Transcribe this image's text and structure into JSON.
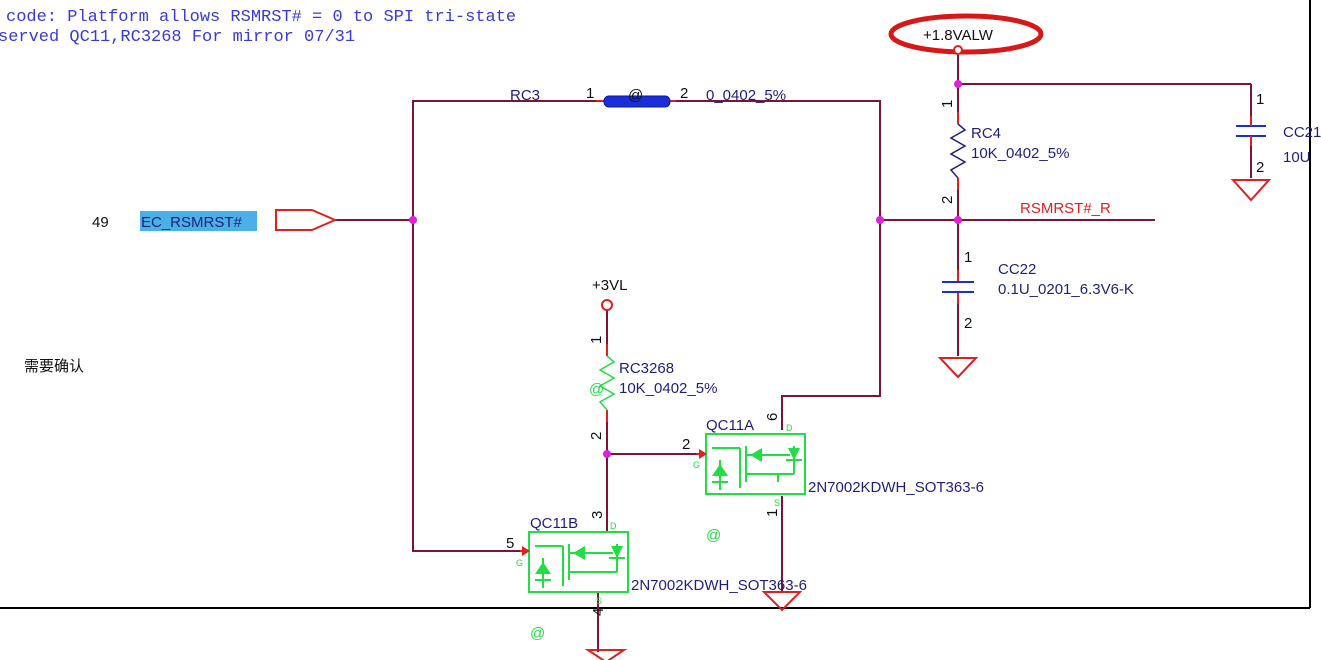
{
  "notes": {
    "line1": "code: Platform allows RSMRST# = 0 to SPI tri-state",
    "line2": "served QC11,RC3268 For mirror  07/31",
    "chinese": "需要确认"
  },
  "power": {
    "vcc_1v8": "+1.8VALW",
    "vcc_3vl": "+3VL"
  },
  "signals": {
    "input_pin": "49",
    "input_net": "EC_RSMRST#",
    "output_net": "RSMRST#_R"
  },
  "components": {
    "rc3": {
      "ref": "RC3",
      "value": "0_0402_5%",
      "pin1": "1",
      "pin2": "2",
      "mark": "@"
    },
    "rc4": {
      "ref": "RC4",
      "value": "10K_0402_5%",
      "pin1": "1",
      "pin2": "2"
    },
    "rc3268": {
      "ref": "RC3268",
      "value": "10K_0402_5%",
      "pin1": "1",
      "pin2": "2",
      "mark": "@"
    },
    "cc22": {
      "ref": "CC22",
      "value": "0.1U_0201_6.3V6-K",
      "pin1": "1",
      "pin2": "2"
    },
    "cc21": {
      "ref": "CC21",
      "value": "10U",
      "pin1": "1",
      "pin2": "2"
    },
    "qc11a": {
      "ref": "QC11A",
      "value": "2N7002KDWH_SOT363-6",
      "pin_g": "2",
      "pin_d": "6",
      "pin_s": "1",
      "mark": "@"
    },
    "qc11b": {
      "ref": "QC11B",
      "value": "2N7002KDWH_SOT363-6",
      "pin_g": "5",
      "pin_d": "3",
      "pin_s": "4",
      "mark": "@"
    }
  },
  "pin_letters": {
    "g": "G",
    "d": "D",
    "s": "S"
  },
  "colors": {
    "wire": "#7a1535",
    "junction": "#e020e0",
    "part_green": "#22dd44",
    "net_red": "#e02020",
    "ref_navy": "#1f1f7a",
    "highlight": "#4ab0e8",
    "annotation_circle": "#d81818"
  }
}
